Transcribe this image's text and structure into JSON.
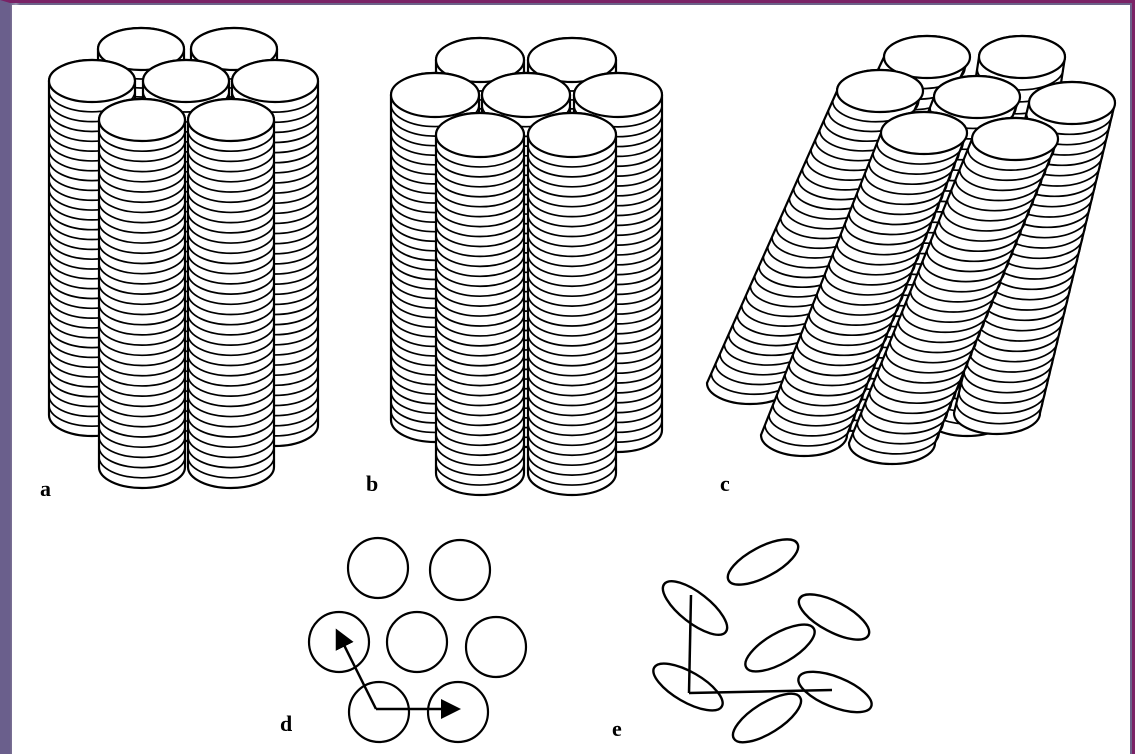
{
  "figure": {
    "labels": {
      "a": "a",
      "b": "b",
      "c": "c",
      "d": "d",
      "e": "e"
    }
  },
  "colors": {
    "border": "#7a2266",
    "frame": "#6a5f8c",
    "ink": "#000000",
    "paper": "#ffffff"
  }
}
